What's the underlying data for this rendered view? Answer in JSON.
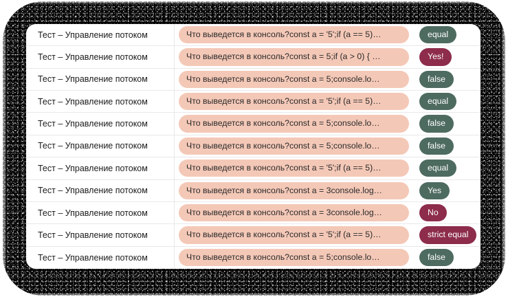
{
  "theme": {
    "frame_color": "#000000",
    "panel_bg": "#ffffff",
    "row_divider": "#e8e8e8",
    "question_pill_bg": "#f4c8b7",
    "question_pill_text": "#2a2a2a",
    "badge_green": "#4e6b60",
    "badge_maroon": "#8d2c4b",
    "badge_text": "#ffffff",
    "name_text": "#1b1b1b"
  },
  "table": {
    "rows": [
      {
        "name": "Тест – Управление потоком",
        "question": "Что выведется в консоль?const a = '5';if (a == 5)…",
        "answer": "equal",
        "answer_tone": "green"
      },
      {
        "name": "Тест – Управление потоком",
        "question": "Что выведется в консоль?const a = 5;if (a > 0) {  …",
        "answer": "Yes!",
        "answer_tone": "maroon"
      },
      {
        "name": "Тест – Управление потоком",
        "question": "Что выведется в консоль?const a = 5;console.lo…",
        "answer": "false",
        "answer_tone": "green"
      },
      {
        "name": "Тест – Управление потоком",
        "question": "Что выведется в консоль?const a = '5';if (a == 5)…",
        "answer": "equal",
        "answer_tone": "green"
      },
      {
        "name": "Тест – Управление потоком",
        "question": "Что выведется в консоль?const a = 5;console.lo…",
        "answer": "false",
        "answer_tone": "green"
      },
      {
        "name": "Тест – Управление потоком",
        "question": "Что выведется в консоль?const a = 5;console.lo…",
        "answer": "false",
        "answer_tone": "green"
      },
      {
        "name": "Тест – Управление потоком",
        "question": "Что выведется в консоль?const a = '5';if (a == 5)…",
        "answer": "equal",
        "answer_tone": "green"
      },
      {
        "name": "Тест – Управление потоком",
        "question": "Что выведется в консоль?const a = 3console.log…",
        "answer": "Yes",
        "answer_tone": "green"
      },
      {
        "name": "Тест – Управление потоком",
        "question": "Что выведется в консоль?const a = 3console.log…",
        "answer": "No",
        "answer_tone": "maroon"
      },
      {
        "name": "Тест – Управление потоком",
        "question": "Что выведется в консоль?const a = '5';if (a == 5)…",
        "answer": "strict equal",
        "answer_tone": "maroon"
      },
      {
        "name": "Тест – Управление потоком",
        "question": "Что выведется в консоль?const a = 5;console.lo…",
        "answer": "false",
        "answer_tone": "green"
      }
    ]
  }
}
